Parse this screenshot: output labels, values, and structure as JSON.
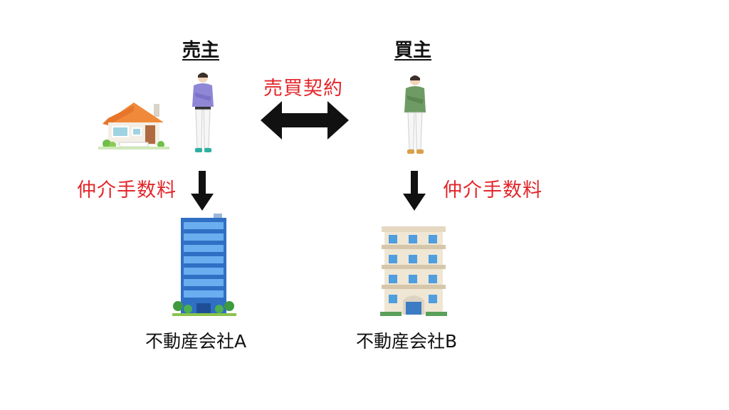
{
  "seller": {
    "label": "売主"
  },
  "buyer": {
    "label": "買主"
  },
  "contract": {
    "label": "売買契約"
  },
  "fee_left": {
    "label": "仲介手数料"
  },
  "fee_right": {
    "label": "仲介手数料"
  },
  "company_a": {
    "label": "不動産会社A"
  },
  "company_b": {
    "label": "不動産会社B"
  },
  "colors": {
    "accent_red": "#e3262b",
    "arrow": "#111111"
  }
}
